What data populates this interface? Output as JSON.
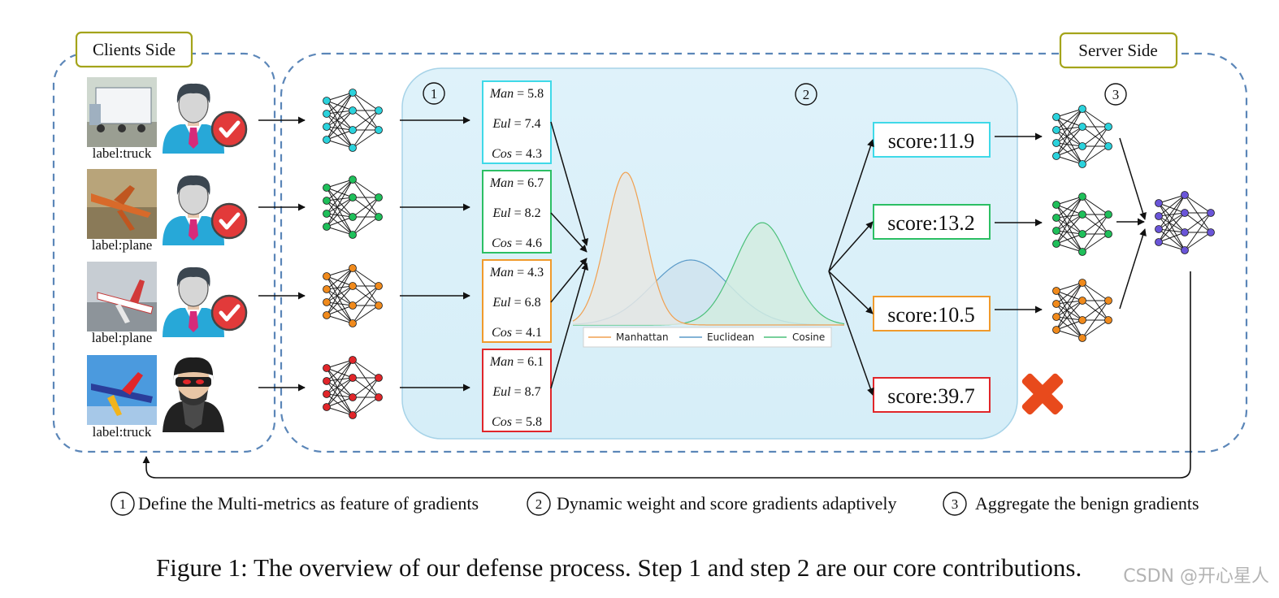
{
  "sides": {
    "clients": "Clients Side",
    "server": "Server Side"
  },
  "clients": [
    {
      "label": "label:truck",
      "image": "truck-photo",
      "avatar": "user-check-icon",
      "color": "#2bd2dc"
    },
    {
      "label": "label:plane",
      "image": "plane-photo",
      "avatar": "user-check-icon",
      "color": "#1fbf5a"
    },
    {
      "label": "label:plane",
      "image": "plane-photo",
      "avatar": "user-check-icon",
      "color": "#f08a1c"
    },
    {
      "label": "label:truck",
      "image": "plane-photo",
      "avatar": "hacker-icon",
      "color": "#e0262a"
    }
  ],
  "metrics": [
    {
      "man": "= 5.8",
      "eul": "= 7.4",
      "cos": "= 4.3",
      "border": "#3fd9e8"
    },
    {
      "man": "= 6.7",
      "eul": "= 8.2",
      "cos": "= 4.6",
      "border": "#2cbf64"
    },
    {
      "man": "= 4.3",
      "eul": "= 6.8",
      "cos": "= 4.1",
      "border": "#f09a2c"
    },
    {
      "man": "= 6.1",
      "eul": "= 8.7",
      "cos": "= 5.8",
      "border": "#e0262a"
    }
  ],
  "metric_names": {
    "man": "Man",
    "eul": "Eul",
    "cos": "Cos"
  },
  "scores": [
    {
      "text": "score:11.9",
      "border": "#3fd9e8"
    },
    {
      "text": "score:13.2",
      "border": "#2cbf64"
    },
    {
      "text": "score:10.5",
      "border": "#f09a2c"
    },
    {
      "text": "score:39.7",
      "border": "#e0262a"
    }
  ],
  "legend": [
    "Manhattan",
    "Euclidean",
    "Cosine"
  ],
  "curve_colors": {
    "manhattan": "#f0a050",
    "euclidean": "#5a9ac8",
    "cosine": "#4cc07a"
  },
  "step_markers": [
    "1",
    "2",
    "3"
  ],
  "steps": [
    {
      "num": "1",
      "text": "Define the Multi-metrics as feature of gradients"
    },
    {
      "num": "2",
      "text": "Dynamic weight and score gradients adaptively"
    },
    {
      "num": "3",
      "text": "Aggregate the benign gradients"
    }
  ],
  "aggregator_color": "#6a55d8",
  "reject_icon": "cross-icon",
  "caption": "Figure 1: The overview of our defense process. Step 1 and step 2 are our core contributions.",
  "watermark": "CSDN @开心星人"
}
